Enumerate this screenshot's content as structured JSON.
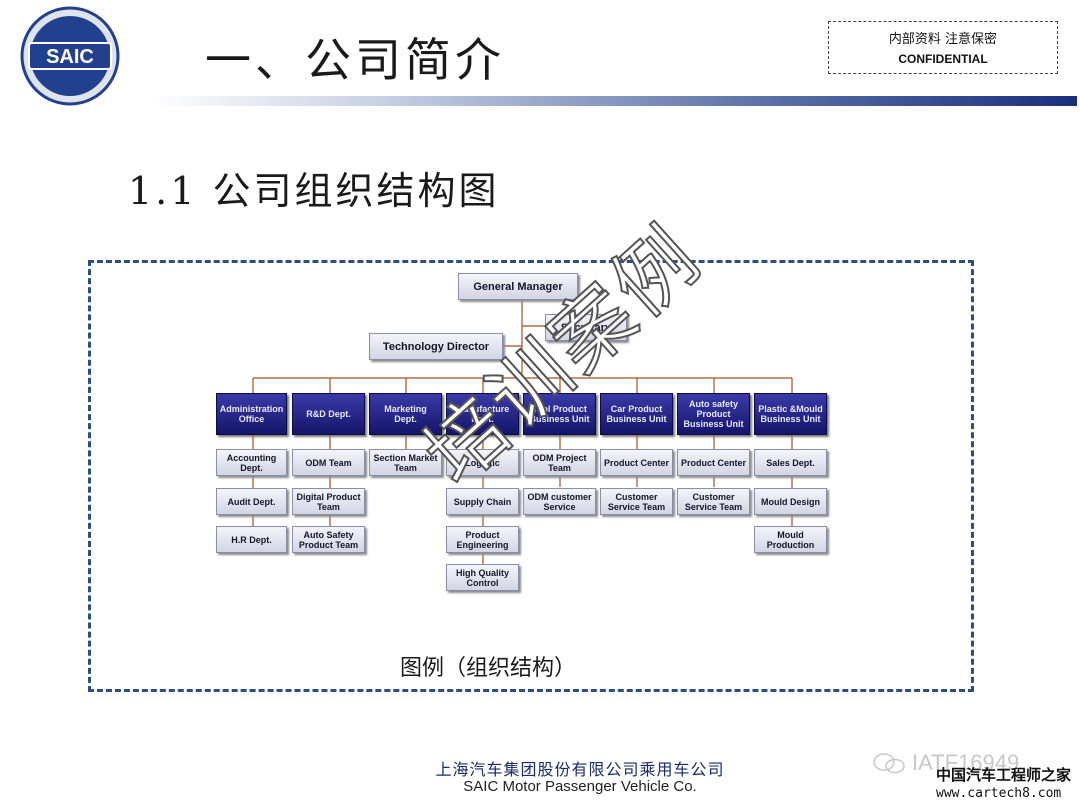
{
  "header": {
    "logo_text": "SAIC",
    "slide_title": "一、公司简介",
    "confidential_cn": "内部资料 注意保密",
    "confidential_en": "CONFIDENTIAL"
  },
  "section_title": "1.1 公司组织结构图",
  "org_chart": {
    "general_manager": "General Manager",
    "secretary": "Secretary",
    "technology_director": "Technology Director",
    "departments": [
      {
        "name": "Administration Office",
        "subs": [
          "Accounting Dept.",
          "Audit Dept.",
          "H.R Dept."
        ]
      },
      {
        "name": "R&D Dept.",
        "subs": [
          "ODM Team",
          "Digital Product Team",
          "Auto Safety Product Team"
        ]
      },
      {
        "name": "Marketing Dept.",
        "subs": [
          "Section Market Team"
        ]
      },
      {
        "name": "Manufacture Dept.",
        "subs": [
          "Logistic",
          "Supply Chain",
          "Product Engineering",
          "High Quality Control"
        ]
      },
      {
        "name": "Tool Product Business Unit",
        "subs": [
          "ODM Project Team",
          "ODM customer Service"
        ]
      },
      {
        "name": "Car Product Business Unit",
        "subs": [
          "Product Center",
          "Customer Service Team"
        ]
      },
      {
        "name": "Auto safety Product Business Unit",
        "subs": [
          "Product Center",
          "Customer Service Team"
        ]
      },
      {
        "name": "Plastic &Mould Business Unit",
        "subs": [
          "Sales Dept.",
          "Mould Design",
          "Mould Production"
        ]
      }
    ],
    "watermark": "培训案例"
  },
  "legend": "图例（组织结构）",
  "footer": {
    "company_cn": "上海汽车集团股份有限公司乘用车公司",
    "company_en": "SAIC Motor Passenger Vehicle Co.",
    "wechat_id": "IATF16949",
    "site_cn": "中国汽车工程师之家",
    "site_url": "www.cartech8.com"
  },
  "colors": {
    "dept_fill": "#1f1f85",
    "accent_blue": "#2f4c84",
    "connector": "#a0521d"
  }
}
